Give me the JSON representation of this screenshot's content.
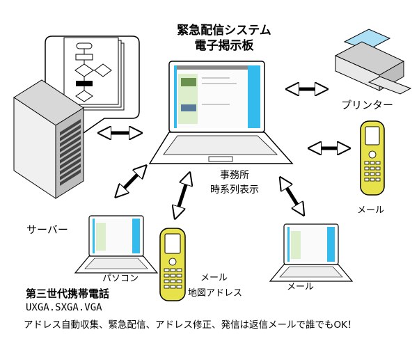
{
  "title": {
    "line1": "緊急配信システム",
    "line2": "電子掲示板"
  },
  "labels": {
    "server": "サーバー",
    "printer": "プリンター",
    "office_line1": "事務所",
    "office_line2": "時系列表示",
    "mail_right": "メール",
    "pc_left": "パソコン",
    "mail_phone_line1": "メール",
    "mail_phone_line2": "地図アドレス",
    "mail_bottom_right": "メール",
    "phone_generation": "第三世代携帯電話",
    "resolutions": "UXGA.SXGA.VGA",
    "footer": "アドレス自動収集、緊急配信、アドレス修正、発信は返信メールで誰でもOK！"
  },
  "colors": {
    "screen_blue": "#33BBEE",
    "screen_content": "#ddeecc",
    "phone_yellow": "#e8e24a",
    "outline": "#000000",
    "chassis": "#e6e6e6"
  }
}
